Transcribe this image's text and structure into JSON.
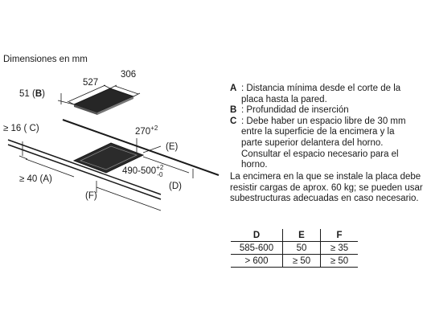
{
  "title": "Dimensiones en mm",
  "diagram": {
    "dim_306": "306",
    "dim_527": "527",
    "dim_51": "51 (",
    "key_B": "B",
    "dim_51_close": ")",
    "dim_16": "≥ 16 ( C)",
    "dim_270": "270",
    "dim_270_sup": "+2",
    "label_E": "(E)",
    "dim_490": "490-500",
    "dim_490_sup": "+2",
    "dim_490_sub": "-0",
    "dim_40": "≥ 40 (A)",
    "label_D": "(D)",
    "label_F": "(F)"
  },
  "legend": [
    {
      "key": "A",
      "text": ": Distancia mínima desde el corte de la placa hasta la pared."
    },
    {
      "key": "B",
      "text": ": Profundidad de inserción"
    },
    {
      "key": "C",
      "text": ": Debe haber un espacio libre de 30 mm entre la superficie de la encimera y la parte superior delantera del horno. Consultar el espacio necesario para el horno."
    }
  ],
  "note": "La encimera en la que se instale la placa debe resistir cargas de aprox. 60 kg; se pueden usar subestructuras adecuadas en caso necesario.",
  "table": {
    "headers": [
      "D",
      "E",
      "F"
    ],
    "rows": [
      [
        "585-600",
        "50",
        "≥ 35"
      ],
      [
        "> 600",
        "≥ 50",
        "≥ 50"
      ]
    ]
  }
}
